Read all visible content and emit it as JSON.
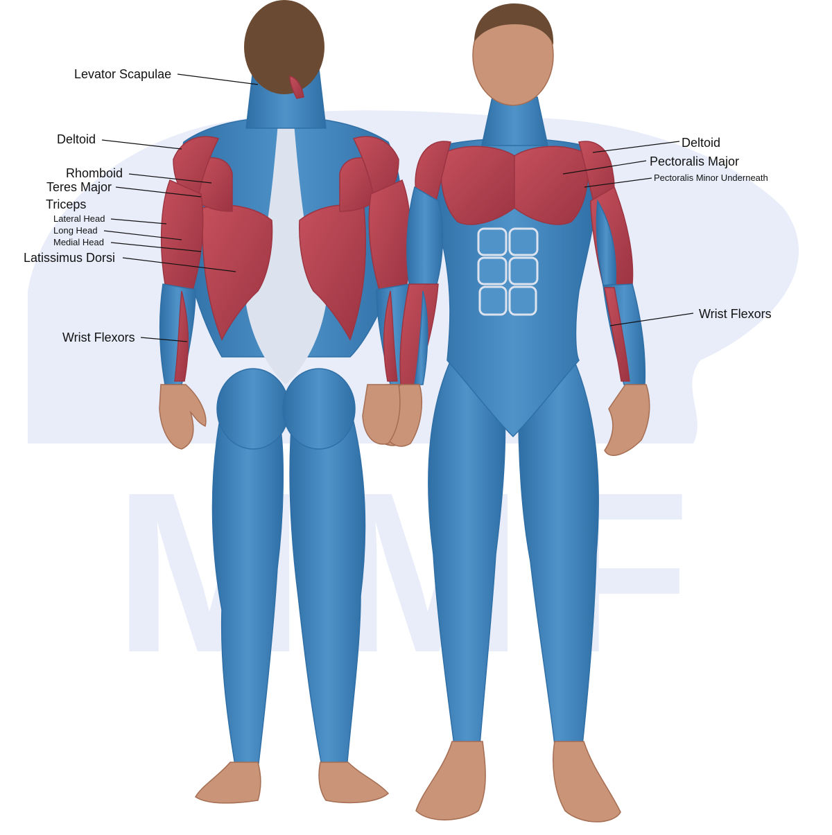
{
  "watermark": {
    "text": "MMF",
    "color": "#e9edfa"
  },
  "colors": {
    "skin": "#c99478",
    "skin_dark": "#a56d52",
    "hair": "#6b4a33",
    "muscle_blue": "#4f93c9",
    "muscle_blue_dark": "#2f6fa6",
    "tendon": "#dde3ee",
    "target_red": "#c5505c",
    "target_red_dark": "#9c3442",
    "leader": "#111111"
  },
  "labels": {
    "back": {
      "levator_scapulae": "Levator Scapulae",
      "deltoid": "Deltoid",
      "rhomboid": "Rhomboid",
      "teres_major": "Teres Major",
      "triceps": "Triceps",
      "lateral_head": "Lateral Head",
      "long_head": "Long Head",
      "medial_head": "Medial Head",
      "latissimus_dorsi": "Latissimus Dorsi",
      "wrist_flexors": "Wrist Flexors"
    },
    "front": {
      "deltoid": "Deltoid",
      "pectoralis_major": "Pectoralis Major",
      "pectoralis_minor": "Pectoralis Minor Underneath",
      "wrist_flexors": "Wrist Flexors"
    }
  }
}
